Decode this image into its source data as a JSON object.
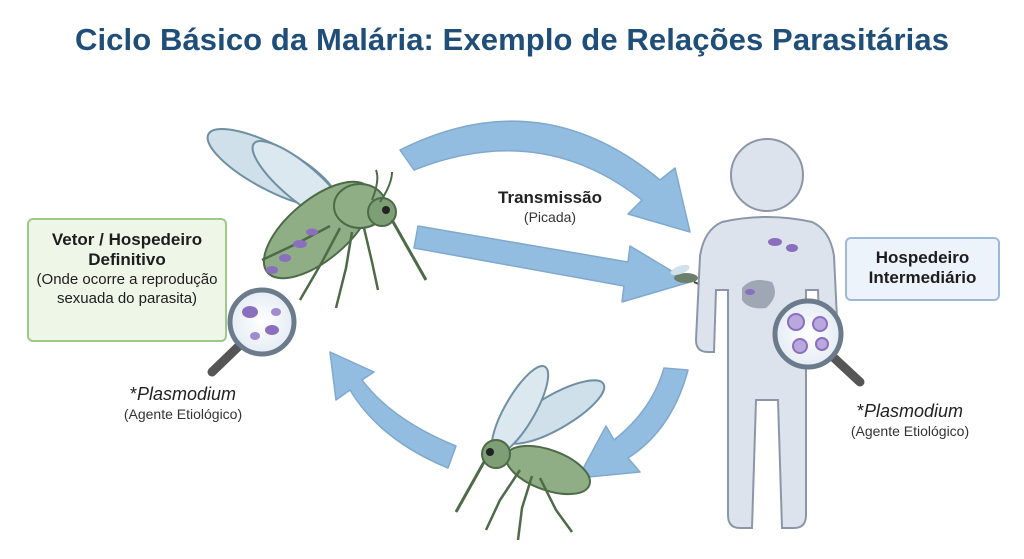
{
  "title": "Ciclo Básico da Malária: Exemplo de Relações Parasitárias",
  "vector_box": {
    "heading": "Vetor / Hospedeiro Definitivo",
    "description": "(Onde ocorre a reprodução sexuada do parasita)"
  },
  "host_box": {
    "heading": "Hospedeiro Intermediário"
  },
  "transmission": {
    "label": "Transmissão",
    "sub": "(Picada)"
  },
  "plasmodium_left": {
    "prefix": "*",
    "name": "Plasmodium",
    "role": "(Agente Etiológico)"
  },
  "plasmodium_right": {
    "prefix": "*",
    "name": "Plasmodium",
    "role": "(Agente Etiológico)"
  },
  "colors": {
    "title": "#1f4e79",
    "arrow": "#93bde0",
    "mosquito_body": "#8fae86",
    "human": "#dde3ec",
    "vector_box_fill": "#eef6e8",
    "host_box_fill": "#edf3fa",
    "parasite": "#8a6fbf"
  }
}
